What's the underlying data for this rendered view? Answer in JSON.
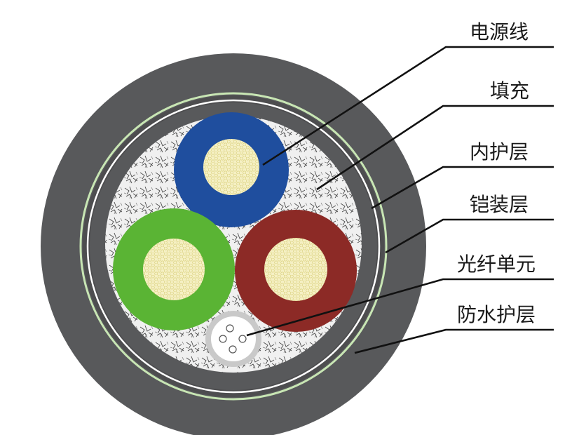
{
  "title": "",
  "labels": {
    "power_line": "电源线",
    "filler": "填充",
    "inner_sheath": "内护层",
    "armor_layer": "铠装层",
    "fiber_unit": "光纤单元",
    "waterproof_sheath": "防水护层"
  },
  "colors": {
    "outer_sheath": "#58595b",
    "green_ring": "#c8e6b4",
    "armor": "#4d4d4f",
    "inner_sheath": "#58595b",
    "filler_bg": "#ededed",
    "core_blue": "#1f4e9e",
    "core_green": "#5ab434",
    "core_red": "#8c2a26",
    "conductor": "#f5f0c4",
    "fiber_unit": "#c9c9c9"
  }
}
